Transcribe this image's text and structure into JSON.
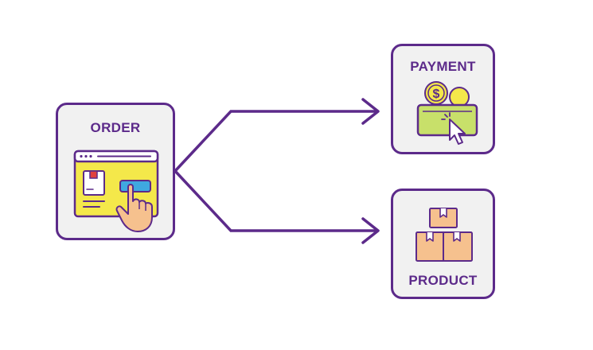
{
  "nodes": {
    "order": {
      "label": "ORDER"
    },
    "payment": {
      "label": "PAYMENT",
      "currency_symbol": "$"
    },
    "product": {
      "label": "PRODUCT"
    }
  },
  "icons": {
    "order": "browser-order-click-icon",
    "payment": "wallet-coin-cursor-icon",
    "product": "stacked-boxes-icon"
  },
  "colors": {
    "outline": "#5c2a8a",
    "box_fill": "#f1f1f1",
    "yellow": "#f4e84a",
    "lime": "#c8e06a",
    "blue": "#3fa8e0",
    "tan": "#f6c18e",
    "red": "#e0403d"
  }
}
